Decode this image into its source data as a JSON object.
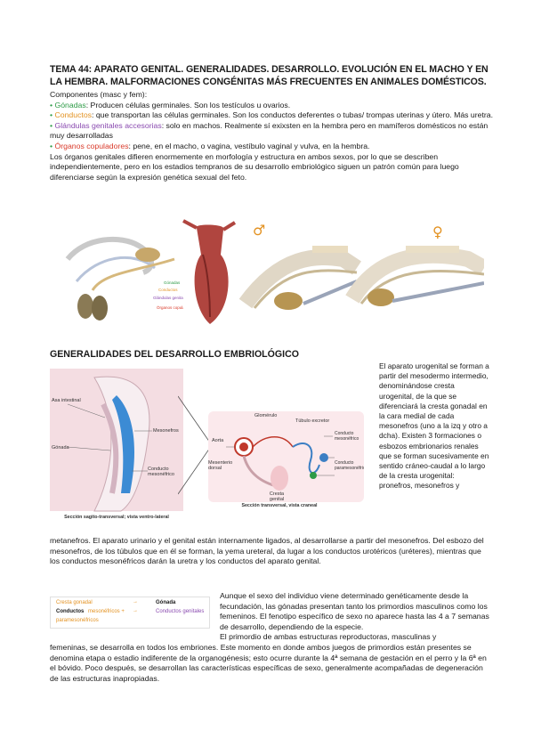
{
  "title": "TEMA 44: APARATO GENITAL. GENERALIDADES. DESARROLLO. EVOLUCIÓN EN EL MACHO Y EN LA HEMBRA. MALFORMACIONES CONGÉNITAS MÁS FRECUENTES EN ANIMALES DOMÉSTICOS.",
  "intro": {
    "components": "Componentes (masc y fem):",
    "items": [
      {
        "bullet": "•",
        "term": "Gónadas",
        "text": ": Producen células germinales. Son los testículos u ovarios."
      },
      {
        "bullet": "•",
        "term": "Conductos",
        "text": ": que transportan las células germinales. Son los conductos deferentes o tubas/ trompas uterinas y útero. Más uretra."
      },
      {
        "bullet": "•",
        "term": "Glándulas genitales accesorias",
        "text": ": solo en machos. Realmente sí exixsten en la hembra pero en mamíferos domésticos no están muy desarrolladas"
      },
      {
        "bullet": "•",
        "term": "Órganos copuladores",
        "text": ": pene, en el macho, o vagina, vestíbulo vaginal y vulva, en la hembra."
      }
    ],
    "paragraph": "Los órganos genitales difieren enormemente en morfología y estructura en ambos sexos, por lo que se describen independientemente, pero en los estadios tempranos de su desarrollo embriológico siguen un patrón común para luego diferenciarse según la expresión genética sexual del feto."
  },
  "fig1": {
    "legend": [
      "Gónadas",
      "Conductos",
      "Glándulas genitales accesorias",
      "Órganos copuladores"
    ],
    "male_symbol": "♂",
    "female_symbol": "♀"
  },
  "section2": {
    "heading": "GENERALIDADES DEL DESARROLLO EMBRIOLÓGICO",
    "side_text": "El aparato urogenital se forman a partir del mesodermo intermedio, denominándose cresta urogenital, de la que se diferenciará la cresta gonadal en la cara medial de cada mesonefros (uno a la izq y otro a dcha). Existen 3 formaciones o esbozos embrionarios renales que se forman sucesivamente en sentido cráneo-caudal a lo largo de la cresta urogenital: pronefros, mesonefros y",
    "full_text": "metanefros. El aparato urinario y el genital están internamente ligados, al desarrollarse a partir del mesonefros. Del esbozo del mesonefros, de los túbulos que en él se forman, la yema ureteral, da lugar a los conductos urotéricos (uréteres), mientras que los conductos mesonéfricos darán la uretra y los conductos del aparato genital."
  },
  "fig2": {
    "labels": {
      "aorta_intest": "Asa intestinal",
      "gonada": "Gónada",
      "mesonefros": "Mesonefros",
      "conducto": "Conducto mesonéfrico",
      "caption": "Sección sagito-transversal; vista ventro-lateral"
    }
  },
  "fig3": {
    "labels": {
      "glomerulo": "Glomérulo",
      "tubulo": "Túbulo excretor",
      "aorta": "Aorta",
      "mesenterio": "Mesenterio dorsal",
      "cresta": "Cresta genital",
      "conducto_meso": "Conducto mesonéfrico",
      "conducto_para": "Conducto paramesonéfrico",
      "caption": "Sección transversal, vista craneal"
    }
  },
  "table": {
    "row1_left": "Cresta gonadal",
    "row1_arrow": "→",
    "row1_right": "Gónada",
    "row2_left": "Conductos",
    "row2_mid": "mesonéfricos +",
    "row2_arrow": "→",
    "row2_right": "Conductos genitales",
    "row3": "paramesonéfricos"
  },
  "section3": {
    "side_text": "Aunque el sexo del individuo viene determinado genéticamente desde la fecundación, las gónadas presentan tanto los primordios masculinos como los femeninos. El fenotipo específico de sexo no aparece hasta las 4 a 7 semanas de desarrollo, dependiendo de la especie.",
    "full_text_start": "El primordio de ambas estructuras reproductoras, masculinas y",
    "full_text": "femeninas, se desarrolla en todos los embriones. Este momento en donde ambos juegos de primordios están presentes se denomina etapa o estadio indiferente de la organogénesis; esto ocurre durante la 4ª semana de gestación en el perro y la 6ª en el bóvido. Poco después, se desarrollan las características específicas de sexo, generalmente acompañadas de degeneración de las estructuras inapropiadas."
  }
}
